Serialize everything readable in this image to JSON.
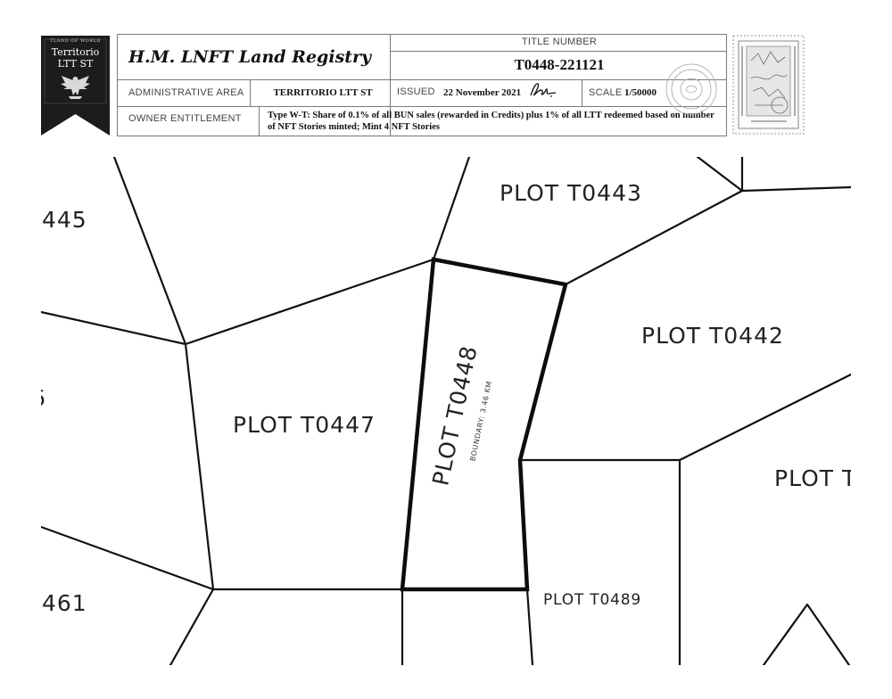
{
  "badge": {
    "small_text": "TLAND OF WORLD",
    "line1": "Territorio",
    "line2": "LTT ST",
    "color": "#1c1c1e"
  },
  "header": {
    "registry_title": "H.M. LNFT Land Registry",
    "title_number_label": "TITLE NUMBER",
    "title_number": "T0448-221121",
    "admin_area_label": "ADMINISTRATIVE AREA",
    "admin_area": "TERRITORIO LTT ST",
    "issued_label": "ISSUED",
    "issued_date": "22 November 2021",
    "scale_label": "SCALE",
    "scale": "1/50000",
    "owner_label": "OWNER ENTITLEMENT",
    "owner_entitlement": "Type W-T: Share of 0.1% of all BUN sales (rewarded in Credits) plus 1% of all LTT redeemed based on number of NFT Stories minted; Mint 4 NFT Stories"
  },
  "seal_icon": "official-seal-icon",
  "stamp_icon": "postage-stamp-icon",
  "map": {
    "selected_plot": {
      "label": "PLOT T0448",
      "boundary": "BOUNDARY: 3.46 KM"
    },
    "plots": {
      "t0443": "PLOT T0443",
      "t0442": "PLOT T0442",
      "t0447": "PLOT T0447",
      "t0489": "PLOT T0489",
      "t0445_partial": "445",
      "t0461_partial": "461",
      "partial_left": "6",
      "partial_right": "PLOT T"
    },
    "line_color": "#111111"
  }
}
